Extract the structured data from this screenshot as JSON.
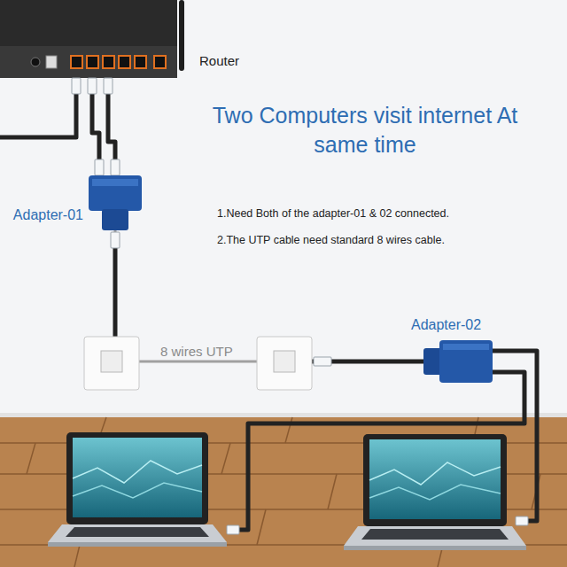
{
  "diagram": {
    "title": "Two Computers visit internet At same time",
    "nodes": [
      {
        "text": [
          "Router"
        ]
      },
      {
        "text": [
          "Adapter-01"
        ]
      },
      {
        "text": [
          "Adapter-02"
        ]
      }
    ],
    "edges": [
      {
        "from": 0,
        "to": 1,
        "arrow": "none"
      },
      {
        "from": 0,
        "to": 1,
        "arrow": "none"
      },
      {
        "from": 1,
        "to": 2,
        "label": "8 wires UTP",
        "arrow": "none"
      }
    ],
    "labels": [
      "1.Need Both of the adapter-01 & 02 connected.",
      "2.The UTP cable need standard 8 wires cable."
    ]
  }
}
